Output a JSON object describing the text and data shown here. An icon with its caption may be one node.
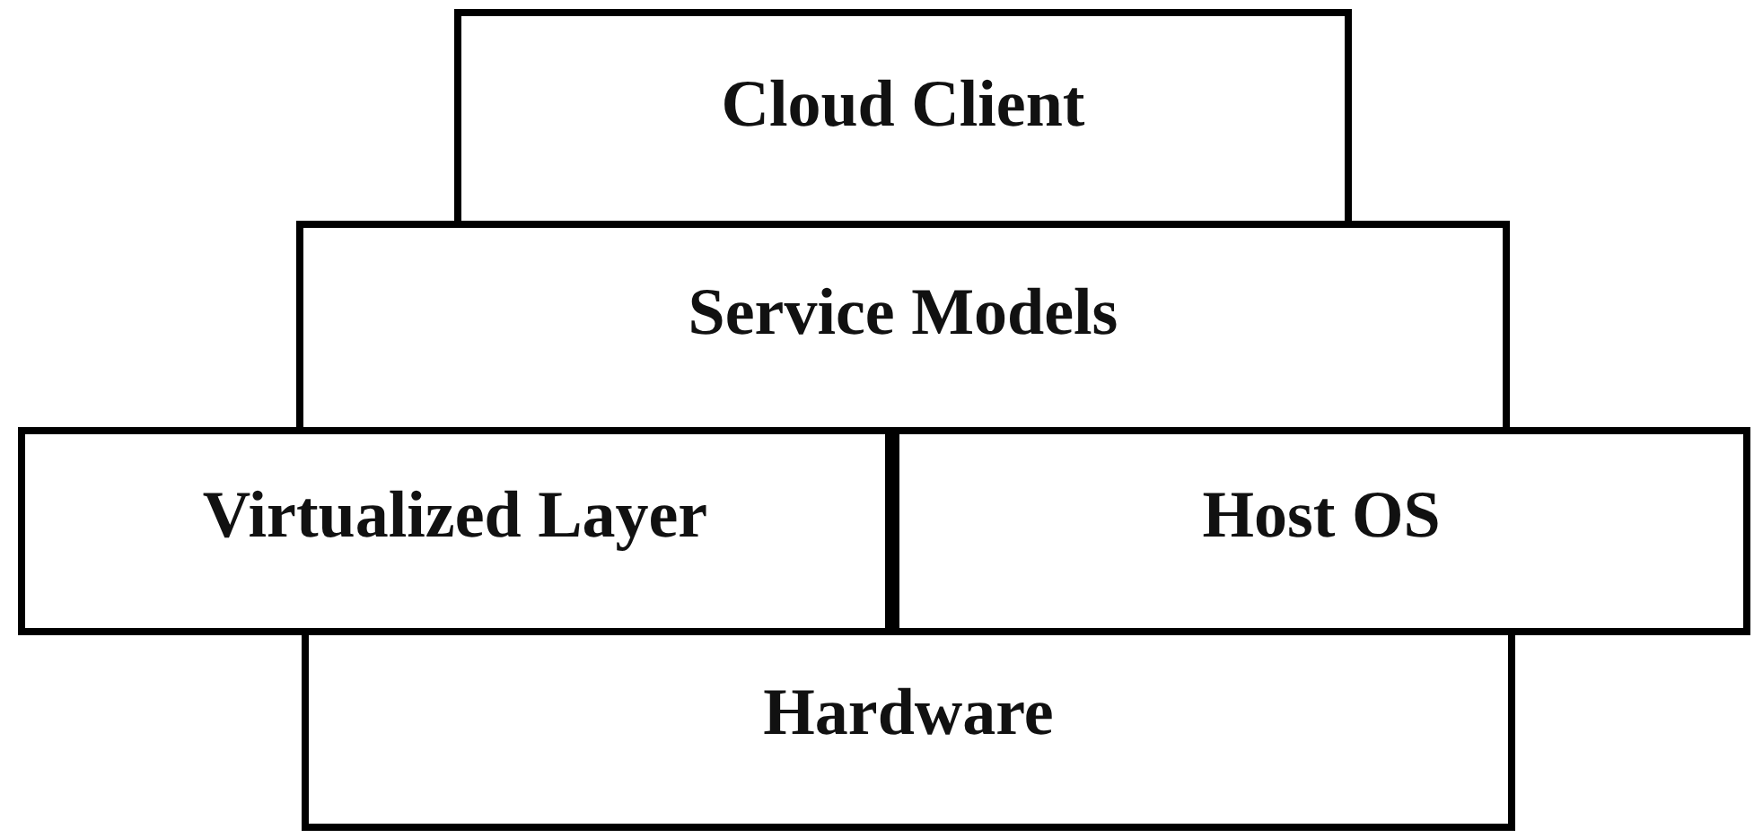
{
  "diagram": {
    "nodes": [
      {
        "text": [
          "Cloud Client"
        ]
      },
      {
        "text": [
          "Service Models"
        ]
      },
      {
        "text": [
          "Virtualized Layer"
        ]
      },
      {
        "text": [
          "Host OS"
        ]
      },
      {
        "text": [
          "Hardware"
        ]
      }
    ]
  }
}
